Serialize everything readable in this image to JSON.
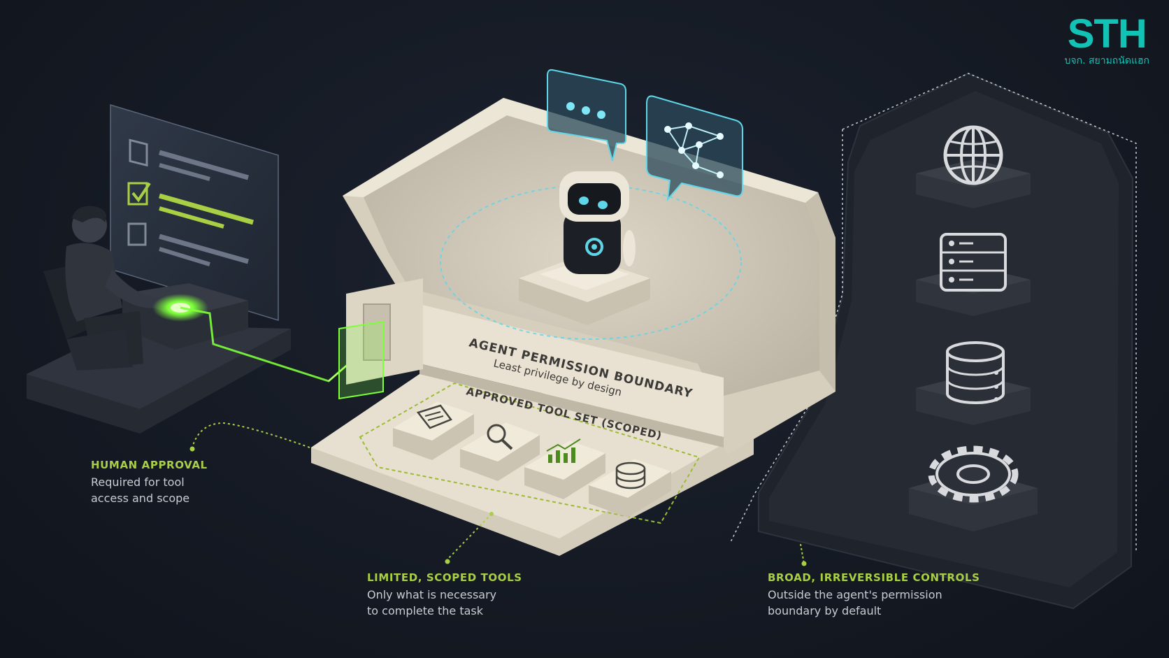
{
  "logo": {
    "mark": "STH",
    "subtitle": "บจก. สยามถนัดแฮก"
  },
  "boundary": {
    "title": "AGENT PERMISSION BOUNDARY",
    "subtitle": "Least privilege by design"
  },
  "toolset": {
    "title": "APPROVED TOOL SET (SCOPED)",
    "tools": [
      "document-icon",
      "search-icon",
      "chart-icon",
      "database-icon"
    ]
  },
  "controls": {
    "icons": [
      "globe-icon",
      "server-icon",
      "database-stack-icon",
      "gear-icon"
    ]
  },
  "captions": {
    "human": {
      "head": "HUMAN APPROVAL",
      "line1": "Required for tool",
      "line2": "access and scope"
    },
    "tools": {
      "head": "LIMITED, SCOPED TOOLS",
      "line1": "Only what is necessary",
      "line2": "to complete the task"
    },
    "broad": {
      "head": "BROAD, IRREVERSIBLE CONTROLS",
      "line1": "Outside the agent's permission",
      "line2": "boundary by default"
    }
  },
  "colors": {
    "accent_green": "#a9cf45",
    "glow_green": "#7dff3a",
    "cyan": "#5fd6e8",
    "beige": "#e3dccc",
    "dark_panel": "#262a33",
    "logo_teal": "#12c2b4"
  }
}
